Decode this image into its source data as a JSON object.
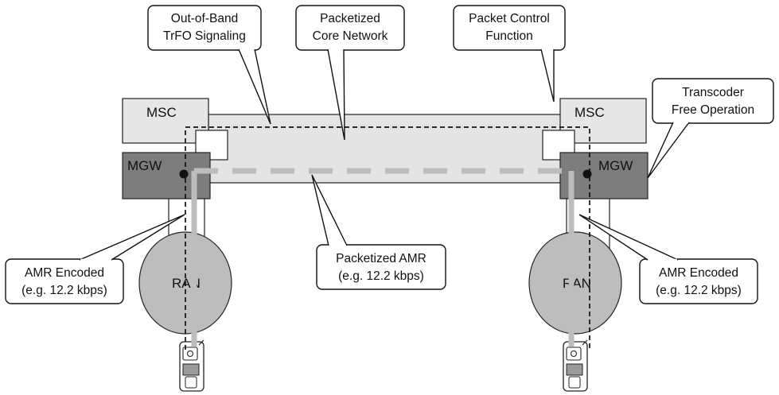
{
  "diagram": {
    "nodes": {
      "msc_left": "MSC",
      "msc_right": "MSC",
      "mgw_left": "MGW",
      "mgw_right": "MGW",
      "ran_left": "RAN",
      "ran_right": "RAN"
    },
    "callouts": {
      "out_of_band": [
        "Out-of-Band",
        "TrFO Signaling"
      ],
      "packetized_core": [
        "Packetized",
        "Core Network"
      ],
      "packet_control": [
        "Packet Control",
        "Function"
      ],
      "transcoder": [
        "Transcoder",
        "Free Operation"
      ],
      "packetized_amr": [
        "Packetized AMR",
        "(e.g. 12.2 kbps)"
      ],
      "amr_left": [
        "AMR Encoded",
        "(e.g. 12.2 kbps)"
      ],
      "amr_right": [
        "AMR Encoded",
        "(e.g. 12.2 kbps)"
      ]
    }
  }
}
